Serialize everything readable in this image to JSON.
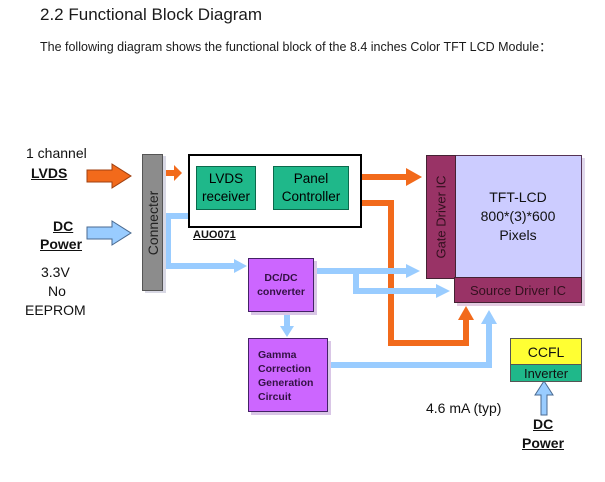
{
  "heading": "2.2 Functional Block Diagram",
  "paragraph": "The following diagram shows the functional block of the 8.4 inches Color TFT LCD Module：",
  "inputs": {
    "lvds_line1": "1 channel",
    "lvds_line2": "LVDS",
    "dc_line1": "DC",
    "dc_line2": "Power",
    "note_line1": "3.3V",
    "note_line2": "No",
    "note_line3": "EEPROM"
  },
  "blocks": {
    "connector": "Connecter",
    "lvds_receiver_line1": "LVDS",
    "lvds_receiver_line2": "receiver",
    "panel_controller_line1": "Panel",
    "panel_controller_line2": "Controller",
    "controller_chip": "AUO071",
    "dcdc_line1": "DC/DC",
    "dcdc_line2": "converter",
    "gamma_line1": "Gamma",
    "gamma_line2": "Correction",
    "gamma_line3": "Generation",
    "gamma_line4": "Circuit",
    "gate_driver": "Gate Driver IC",
    "panel_line1": "TFT-LCD",
    "panel_line2": "800*(3)*600",
    "panel_line3": "Pixels",
    "source_driver": "Source Driver IC",
    "ccfl": "CCFL",
    "inverter": "Inverter",
    "current": "4.6 mA (typ)",
    "inverter_dc_line1": "DC",
    "inverter_dc_line2": "Power"
  },
  "colors": {
    "signal_arrow": "#f26a1b",
    "power_arrow": "#99ccff",
    "teal_block": "#1fb88a",
    "purple_block": "#cc66ff",
    "driver_ic": "#993366",
    "panel": "#ccccff",
    "ccfl": "#ffff33"
  }
}
